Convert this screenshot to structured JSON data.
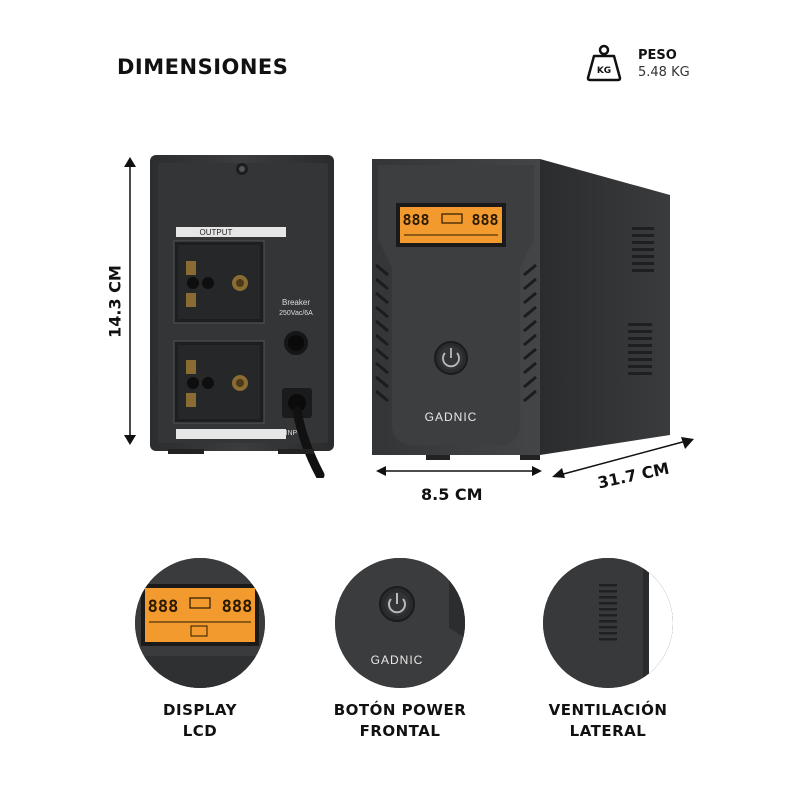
{
  "title": "DIMENSIONES",
  "weight": {
    "icon": "weight-kg-icon",
    "icon_text": "KG",
    "label": "PESO",
    "value": "5.48 KG"
  },
  "dimensions": {
    "height": "14.3 CM",
    "width": "8.5 CM",
    "depth": "31.7 CM"
  },
  "rear_panel": {
    "output_label": "OUTPUT",
    "breaker_label": "Breaker",
    "breaker_rating": "250Vac/6A",
    "input_label": "INPUT"
  },
  "front_panel": {
    "brand": "GADNIC",
    "display_digits": "888"
  },
  "features": [
    {
      "line1": "DISPLAY",
      "line2": "LCD"
    },
    {
      "line1": "BOTÓN POWER",
      "line2": "FRONTAL"
    },
    {
      "line1": "VENTILACIÓN",
      "line2": "LATERAL"
    }
  ],
  "colors": {
    "device_body": "#3b3c3e",
    "lcd_orange": "#f29a2e",
    "text": "#111111"
  }
}
